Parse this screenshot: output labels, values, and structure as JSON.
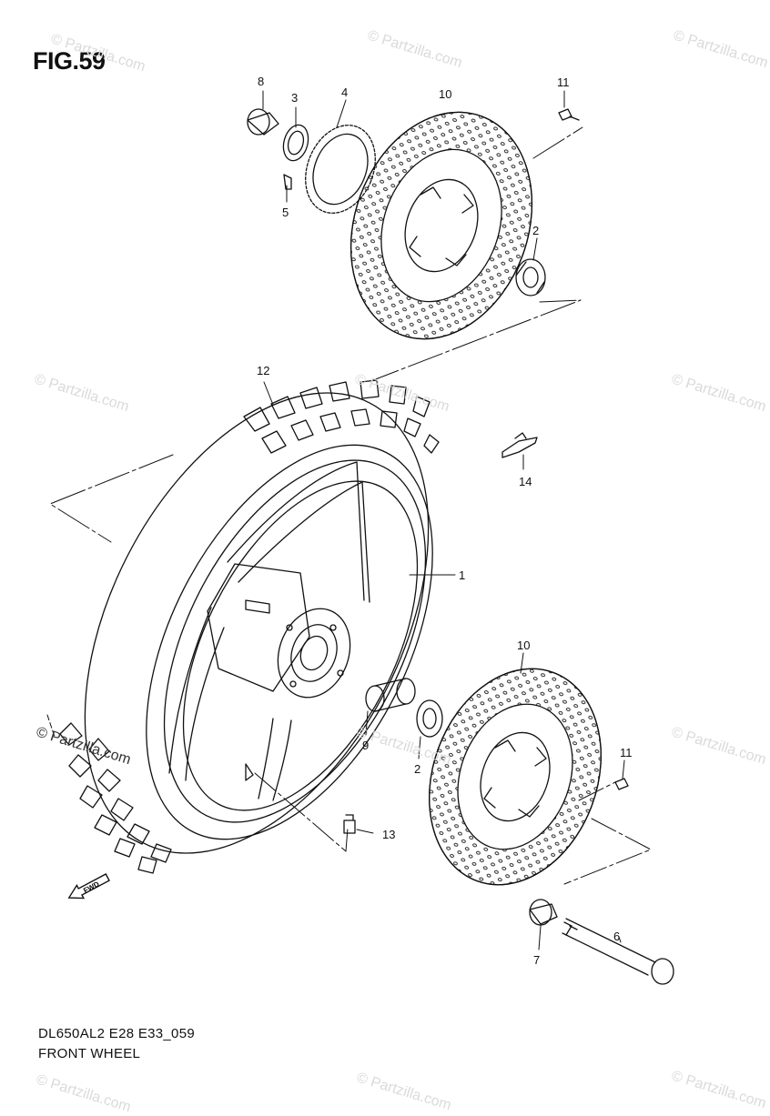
{
  "figure": {
    "title": "FIG.59",
    "diagram_code": "DL650AL2 E28 E33_059",
    "diagram_name": "FRONT WHEEL"
  },
  "watermark": "© Partzilla.com",
  "direction_arrow": {
    "label": "FWD",
    "icon": "forward-arrow-icon"
  },
  "callouts": {
    "c1": "1",
    "c2a": "2",
    "c2b": "2",
    "c3": "3",
    "c4": "4",
    "c5": "5",
    "c6": "6",
    "c7": "7",
    "c8": "8",
    "c9": "9",
    "c10a": "10",
    "c10b": "10",
    "c11a": "11",
    "c11b": "11",
    "c12": "12",
    "c13": "13",
    "c14": "14"
  },
  "colors": {
    "line": "#111111",
    "watermark": "#d6d6d6"
  }
}
